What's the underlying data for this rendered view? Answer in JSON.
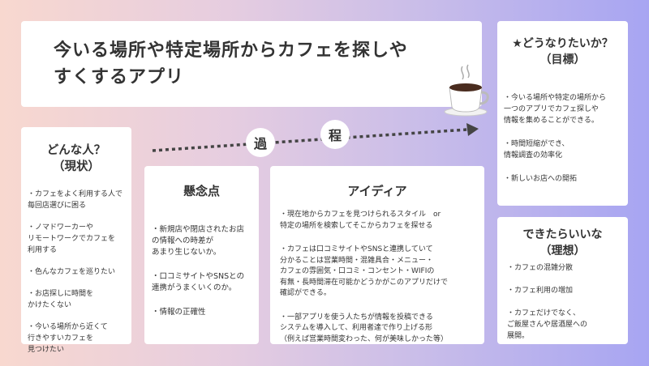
{
  "title": "今いる場所や特定場所からカフェを探しやすくするアプリ",
  "process": {
    "char1": "過",
    "char2": "程"
  },
  "who": {
    "heading": "どんな人？\n（現状）",
    "items": [
      "・カフェをよく利用する人で\n毎回店選びに困る",
      "・ノマドワーカーや\nリモートワークでカフェを\n利用する",
      "・色んなカフェを巡りたい",
      "・お店探しに時間を\nかけたくない",
      "・今いる場所から近くて\n行きやすいカフェを\n見つけたい"
    ]
  },
  "concern": {
    "heading": "懸念点",
    "items": [
      "・新規店や閉店されたお店\nの情報への時差が\nあまり生じないか。",
      "・口コミサイトやSNSとの\n連携がうまくいくのか。",
      "・情報の正確性"
    ]
  },
  "idea": {
    "heading": "アイディア",
    "items": [
      "・現在地からカフェを見つけられるスタイル　or\n特定の場所を検索してそこからカフェを探せる",
      "・カフェは口コミサイトやSNSと連携していて\n分かることは営業時間・混雑具合・メニュー・\nカフェの雰囲気・口コミ・コンセント・WIFIの\n有無・長時間滞在可能かどうかがこのアプリだけで\n確認ができる。",
      "・一部アプリを使う人たちが情報を投稿できる\nシステムを導入して、利用者達で作り上げる形\n（例えば営業時間変わった、何が美味しかった等）"
    ]
  },
  "goal": {
    "heading": "★どうなりたいか？\n（目標）",
    "items": [
      "・今いる場所や特定の場所から\n一つのアプリでカフェ探しや\n情報を集めることができる。",
      "・時間短縮ができ、\n情報調査の効率化",
      "・新しいお店への開拓"
    ]
  },
  "ideal": {
    "heading": "できたらいいな\n（理想）",
    "items": [
      "・カフェの混雑分散",
      "・カフェ利用の増加",
      "・カフェだけでなく、\nご飯屋さんや居酒屋への\n展開。"
    ]
  },
  "colors": {
    "arrow": "#444444",
    "card": "#ffffff"
  },
  "icons": {
    "cup": "coffee-cup-icon"
  }
}
